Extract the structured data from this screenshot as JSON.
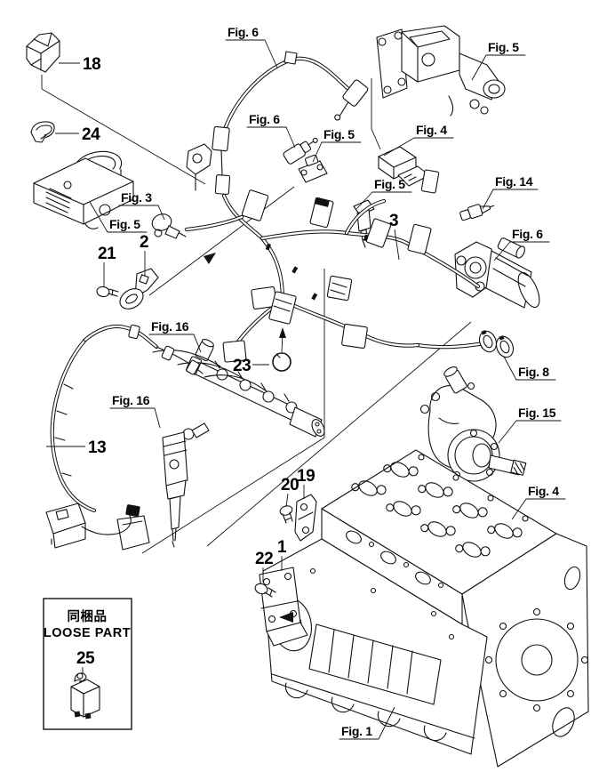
{
  "colors": {
    "ink": "#111111",
    "background": "#ffffff"
  },
  "figure_labels": [
    {
      "id": "fig6-top-wire",
      "text": "Fig. 6"
    },
    {
      "id": "fig5-egr",
      "text": "Fig. 5"
    },
    {
      "id": "fig6-sensor-upper",
      "text": "Fig. 6"
    },
    {
      "id": "fig5-sensor-upper",
      "text": "Fig. 5"
    },
    {
      "id": "fig4-map-sensor",
      "text": "Fig. 4"
    },
    {
      "id": "fig3-sensor",
      "text": "Fig. 3"
    },
    {
      "id": "fig5-throttle",
      "text": "Fig. 5"
    },
    {
      "id": "fig5-sensor-center",
      "text": "Fig. 5"
    },
    {
      "id": "fig14-sensor",
      "text": "Fig. 14"
    },
    {
      "id": "fig6-starter",
      "text": "Fig. 6"
    },
    {
      "id": "fig16-fuel-rail",
      "text": "Fig. 16"
    },
    {
      "id": "fig16-injector",
      "text": "Fig. 16"
    },
    {
      "id": "fig8-connector",
      "text": "Fig. 8"
    },
    {
      "id": "fig15-supply-pump",
      "text": "Fig. 15"
    },
    {
      "id": "fig4-cylinder-head",
      "text": "Fig. 4"
    },
    {
      "id": "fig1-cylinder-block",
      "text": "Fig. 1"
    }
  ],
  "part_labels": [
    {
      "id": "part-18",
      "text": "18"
    },
    {
      "id": "part-24",
      "text": "24"
    },
    {
      "id": "part-21",
      "text": "21"
    },
    {
      "id": "part-2",
      "text": "2"
    },
    {
      "id": "part-3",
      "text": "3"
    },
    {
      "id": "part-23",
      "text": "23"
    },
    {
      "id": "part-13",
      "text": "13"
    },
    {
      "id": "part-20",
      "text": "20"
    },
    {
      "id": "part-19",
      "text": "19"
    },
    {
      "id": "part-1",
      "text": "1"
    },
    {
      "id": "part-22",
      "text": "22"
    }
  ],
  "loose_part_box": {
    "title_jp": "同梱品",
    "title_en": "LOOSE PART",
    "part_number": "25"
  }
}
